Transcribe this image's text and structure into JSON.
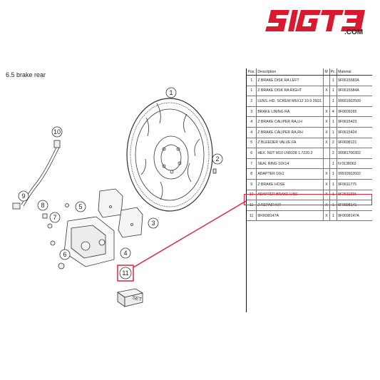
{
  "logo": {
    "text": "SIGTB",
    "suffix": ".COM",
    "color": "#d8192f"
  },
  "section_title": "6.5  brake rear",
  "table": {
    "headers": {
      "no": "Pos.",
      "description": "Description",
      "m": "M",
      "pc": "Pc.",
      "material": "Material"
    },
    "rows": [
      {
        "no": "1",
        "description": "Z BRAKE DISK RA LEFT",
        "m": "",
        "pc": "1",
        "material": "9F0615583A"
      },
      {
        "no": "1",
        "description": "Z BRAKE DISK RA RIGHT",
        "m": "X",
        "pc": "1",
        "material": "9F0615584A"
      },
      {
        "no": "2",
        "description": "LENS.-HD. SCREW M6X12 10.9 26D1",
        "m": "",
        "pc": "1",
        "material": "99901502509"
      },
      {
        "no": "3",
        "description": "BRAKE LINING RA",
        "m": "X",
        "pc": "4",
        "material": "9F0609265"
      },
      {
        "no": "4",
        "description": "Z BRAKE CALIPER RA,LH",
        "m": "X",
        "pc": "1",
        "material": "9F0615423"
      },
      {
        "no": "4",
        "description": "Z BRAKE CALIPER RA,RH",
        "m": "X",
        "pc": "1",
        "material": "9F0615424"
      },
      {
        "no": "5",
        "description": "Z BLEEDER VALVE FA",
        "m": "X",
        "pc": "2",
        "material": "9F0698121"
      },
      {
        "no": "6",
        "description": "HEX. NUT M10 LN9338 1.7220.3",
        "m": "",
        "pc": "2",
        "material": "90081700302"
      },
      {
        "no": "7",
        "description": "SEAL RING 10X14",
        "m": "",
        "pc": "1",
        "material": "N 0138063"
      },
      {
        "no": "8",
        "description": "ADAPTER 10x1",
        "m": "X",
        "pc": "1",
        "material": "99910502602"
      },
      {
        "no": "9",
        "description": "Z BRAKE HOSE",
        "m": "X",
        "pc": "1",
        "material": "9F0611775"
      },
      {
        "no": "10",
        "description": "ADAPTER BRAKE LINE",
        "m": "X",
        "pc": "1",
        "material": "9F2611315"
      },
      {
        "no": "11",
        "description": "Z REPAIR KIT",
        "m": "X",
        "pc": "1",
        "material": "9F0698141"
      },
      {
        "no": "11",
        "description": "9F0698147A",
        "m": "X",
        "pc": "1",
        "material": "9F0698147A"
      }
    ],
    "highlight_row": 12,
    "highlight_color": "#e0263a"
  },
  "diagram": {
    "callouts": [
      "1",
      "2",
      "3",
      "4",
      "5",
      "6",
      "7",
      "8",
      "9",
      "10",
      "11"
    ],
    "kit_label": "SET"
  }
}
